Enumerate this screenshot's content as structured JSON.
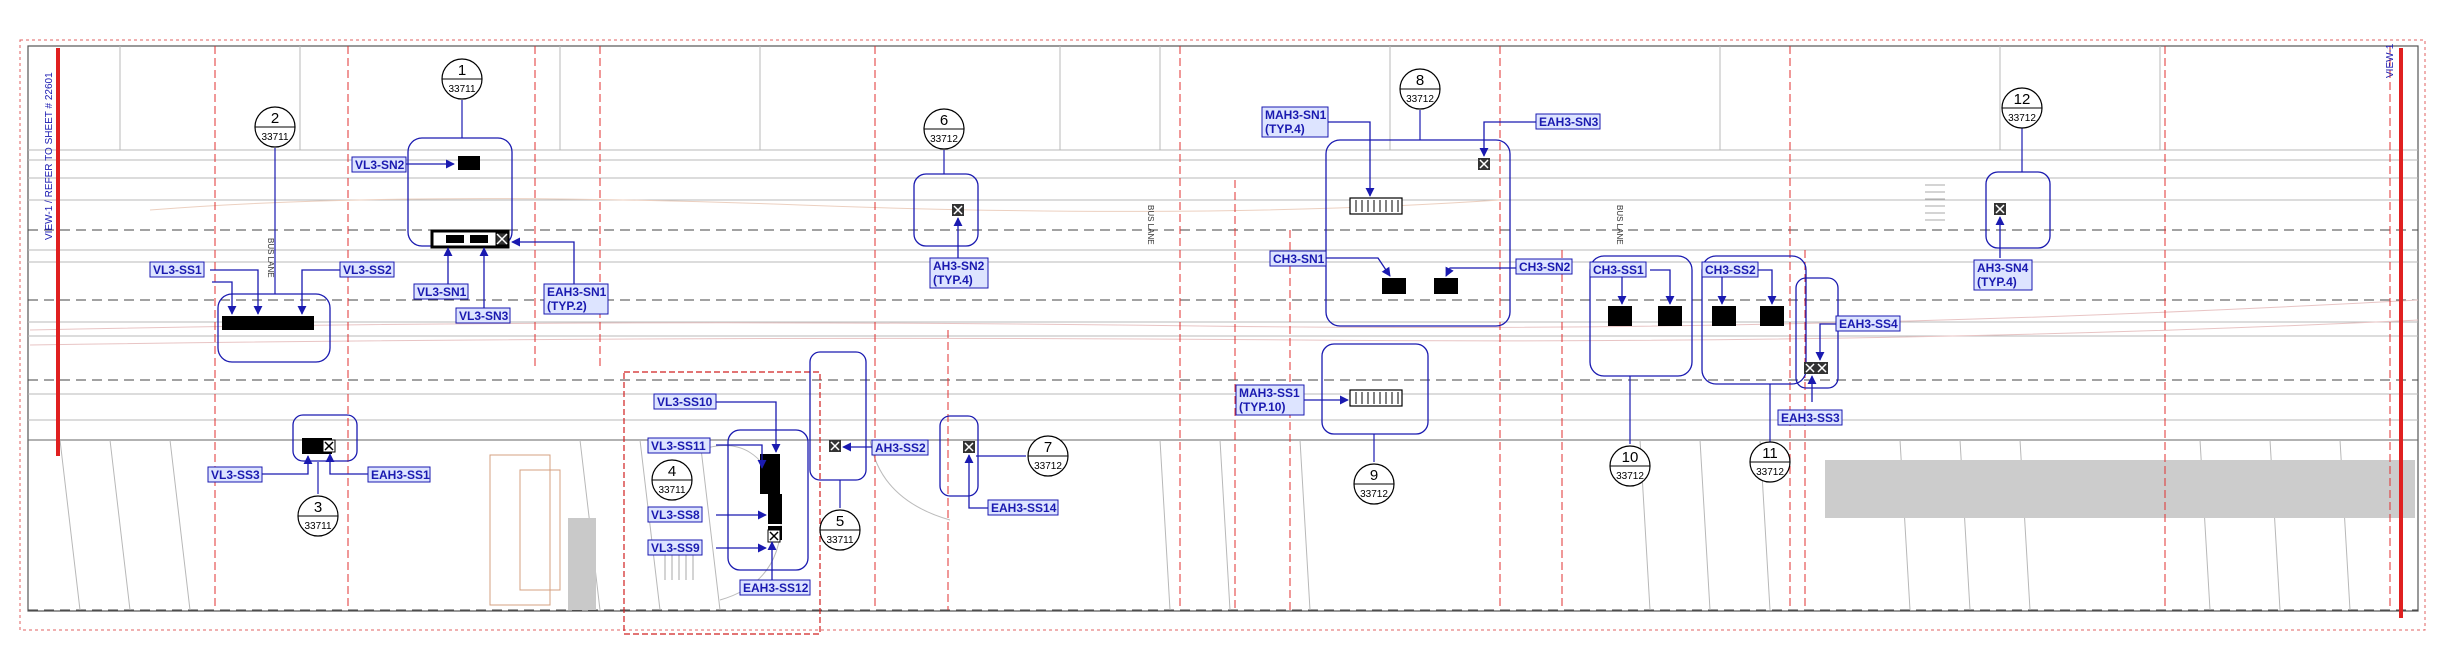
{
  "side_note_left": "VIEW-1 / REFER TO SHEET # 22601",
  "side_note_right": "VIEW-1",
  "lane_label": "BUS LANE",
  "bubbles": [
    {
      "num": "1",
      "sheet": "33711"
    },
    {
      "num": "2",
      "sheet": "33711"
    },
    {
      "num": "3",
      "sheet": "33711"
    },
    {
      "num": "4",
      "sheet": "33711"
    },
    {
      "num": "5",
      "sheet": "33711"
    },
    {
      "num": "6",
      "sheet": "33712"
    },
    {
      "num": "7",
      "sheet": "33712"
    },
    {
      "num": "8",
      "sheet": "33712"
    },
    {
      "num": "9",
      "sheet": "33712"
    },
    {
      "num": "10",
      "sheet": "33712"
    },
    {
      "num": "11",
      "sheet": "33712"
    },
    {
      "num": "12",
      "sheet": "33712"
    }
  ],
  "tags": [
    {
      "id": "VL3-SN2",
      "text": "VL3-SN2",
      "sub": ""
    },
    {
      "id": "VL3-SN1",
      "text": "VL3-SN1",
      "sub": ""
    },
    {
      "id": "VL3-SN3",
      "text": "VL3-SN3",
      "sub": ""
    },
    {
      "id": "EAH3-SN1",
      "text": "EAH3-SN1",
      "sub": "(TYP.2)"
    },
    {
      "id": "VL3-SS1",
      "text": "VL3-SS1",
      "sub": ""
    },
    {
      "id": "VL3-SS2",
      "text": "VL3-SS2",
      "sub": ""
    },
    {
      "id": "VL3-SS3",
      "text": "VL3-SS3",
      "sub": ""
    },
    {
      "id": "EAH3-SS1",
      "text": "EAH3-SS1",
      "sub": ""
    },
    {
      "id": "VL3-SS10",
      "text": "VL3-SS10",
      "sub": ""
    },
    {
      "id": "VL3-SS11",
      "text": "VL3-SS11",
      "sub": ""
    },
    {
      "id": "VL3-SS8",
      "text": "VL3-SS8",
      "sub": ""
    },
    {
      "id": "VL3-SS9",
      "text": "VL3-SS9",
      "sub": ""
    },
    {
      "id": "EAH3-SS12",
      "text": "EAH3-SS12",
      "sub": ""
    },
    {
      "id": "AH3-SS2",
      "text": "AH3-SS2",
      "sub": ""
    },
    {
      "id": "EAH3-SS14",
      "text": "EAH3-SS14",
      "sub": ""
    },
    {
      "id": "AH3-SN2",
      "text": "AH3-SN2",
      "sub": "(TYP.4)"
    },
    {
      "id": "MAH3-SN1",
      "text": "MAH3-SN1",
      "sub": "(TYP.4)"
    },
    {
      "id": "EAH3-SN3",
      "text": "EAH3-SN3",
      "sub": ""
    },
    {
      "id": "CH3-SN1",
      "text": "CH3-SN1",
      "sub": ""
    },
    {
      "id": "CH3-SN2",
      "text": "CH3-SN2",
      "sub": ""
    },
    {
      "id": "MAH3-SS1",
      "text": "MAH3-SS1",
      "sub": "(TYP.10)"
    },
    {
      "id": "CH3-SS1",
      "text": "CH3-SS1",
      "sub": ""
    },
    {
      "id": "CH3-SS2",
      "text": "CH3-SS2",
      "sub": ""
    },
    {
      "id": "EAH3-SS4",
      "text": "EAH3-SS4",
      "sub": ""
    },
    {
      "id": "EAH3-SS3",
      "text": "EAH3-SS3",
      "sub": ""
    },
    {
      "id": "AH3-SN4",
      "text": "AH3-SN4",
      "sub": "(TYP.4)"
    }
  ],
  "colors": {
    "annotation": "#1a1ab0",
    "grid_red": "#e03030",
    "line_grey": "#9a9a9a",
    "equip_black": "#000000",
    "highlight_fill": "#dde4ff"
  }
}
